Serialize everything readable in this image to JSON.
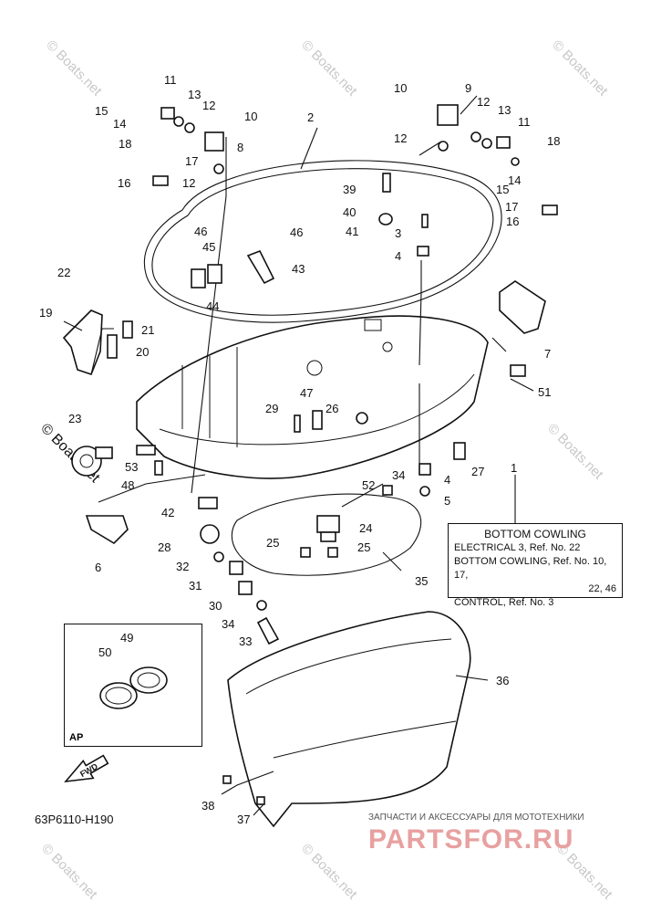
{
  "labels": [
    {
      "id": "1",
      "text": "1"
    },
    {
      "id": "2",
      "text": "2"
    },
    {
      "id": "3",
      "text": "3"
    },
    {
      "id": "4a",
      "text": "4"
    },
    {
      "id": "4b",
      "text": "4"
    },
    {
      "id": "5",
      "text": "5"
    },
    {
      "id": "6",
      "text": "6"
    },
    {
      "id": "7",
      "text": "7"
    },
    {
      "id": "8",
      "text": "8"
    },
    {
      "id": "9",
      "text": "9"
    },
    {
      "id": "10a",
      "text": "10"
    },
    {
      "id": "10b",
      "text": "10"
    },
    {
      "id": "11a",
      "text": "11"
    },
    {
      "id": "11b",
      "text": "11"
    },
    {
      "id": "12a",
      "text": "12"
    },
    {
      "id": "12b",
      "text": "12"
    },
    {
      "id": "12c",
      "text": "12"
    },
    {
      "id": "12d",
      "text": "12"
    },
    {
      "id": "13a",
      "text": "13"
    },
    {
      "id": "13b",
      "text": "13"
    },
    {
      "id": "14a",
      "text": "14"
    },
    {
      "id": "14b",
      "text": "14"
    },
    {
      "id": "15a",
      "text": "15"
    },
    {
      "id": "15b",
      "text": "15"
    },
    {
      "id": "16a",
      "text": "16"
    },
    {
      "id": "16b",
      "text": "16"
    },
    {
      "id": "17a",
      "text": "17"
    },
    {
      "id": "17b",
      "text": "17"
    },
    {
      "id": "18a",
      "text": "18"
    },
    {
      "id": "18b",
      "text": "18"
    },
    {
      "id": "19",
      "text": "19"
    },
    {
      "id": "20",
      "text": "20"
    },
    {
      "id": "21",
      "text": "21"
    },
    {
      "id": "22",
      "text": "22"
    },
    {
      "id": "23",
      "text": "23"
    },
    {
      "id": "24",
      "text": "24"
    },
    {
      "id": "25a",
      "text": "25"
    },
    {
      "id": "25b",
      "text": "25"
    },
    {
      "id": "26",
      "text": "26"
    },
    {
      "id": "27",
      "text": "27"
    },
    {
      "id": "28",
      "text": "28"
    },
    {
      "id": "29",
      "text": "29"
    },
    {
      "id": "30",
      "text": "30"
    },
    {
      "id": "31",
      "text": "31"
    },
    {
      "id": "32",
      "text": "32"
    },
    {
      "id": "33",
      "text": "33"
    },
    {
      "id": "34a",
      "text": "34"
    },
    {
      "id": "34b",
      "text": "34"
    },
    {
      "id": "35",
      "text": "35"
    },
    {
      "id": "36",
      "text": "36"
    },
    {
      "id": "37",
      "text": "37"
    },
    {
      "id": "38",
      "text": "38"
    },
    {
      "id": "39",
      "text": "39"
    },
    {
      "id": "40",
      "text": "40"
    },
    {
      "id": "41",
      "text": "41"
    },
    {
      "id": "42",
      "text": "42"
    },
    {
      "id": "43",
      "text": "43"
    },
    {
      "id": "44",
      "text": "44"
    },
    {
      "id": "45",
      "text": "45"
    },
    {
      "id": "46a",
      "text": "46"
    },
    {
      "id": "46b",
      "text": "46"
    },
    {
      "id": "47",
      "text": "47"
    },
    {
      "id": "48",
      "text": "48"
    },
    {
      "id": "49",
      "text": "49"
    },
    {
      "id": "50",
      "text": "50"
    },
    {
      "id": "51",
      "text": "51"
    },
    {
      "id": "52",
      "text": "52"
    },
    {
      "id": "53",
      "text": "53"
    }
  ],
  "legend": {
    "title": "BOTTOM COWLING",
    "line1": "ELECTRICAL 3,  Ref. No. 22",
    "line2": "BOTTOM COWLING,  Ref. No. 10, 17,",
    "line3": "22, 46",
    "line4": "CONTROL,  Ref. No. 3"
  },
  "inset_label": "AP",
  "fwd_label": "FWD",
  "diagram_code": "63P6110-H190",
  "watermark": "© Boats.net",
  "shop": {
    "line": "ЗАПЧАСТИ И АКСЕССУАРЫ ДЛЯ МОТОТЕХНИКИ",
    "logo": "PARTSFOR.RU"
  }
}
